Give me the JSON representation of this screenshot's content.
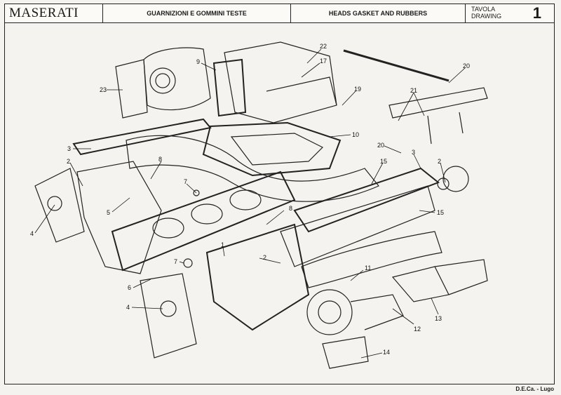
{
  "header": {
    "brand": "MASERATI",
    "title_it": "GUARNIZIONI E GOMMINI TESTE",
    "title_en": "HEADS GASKET AND RUBBERS",
    "table_label_it": "TAVOLA",
    "table_label_en": "DRAWING",
    "table_number": "1"
  },
  "callouts": [
    "1",
    "2",
    "3",
    "4",
    "5",
    "6",
    "7",
    "8",
    "9",
    "10",
    "11",
    "12",
    "13",
    "14",
    "15",
    "17",
    "19",
    "20",
    "21",
    "22",
    "23"
  ],
  "footer": {
    "publisher": "D.E.Ca. - Lugo"
  }
}
